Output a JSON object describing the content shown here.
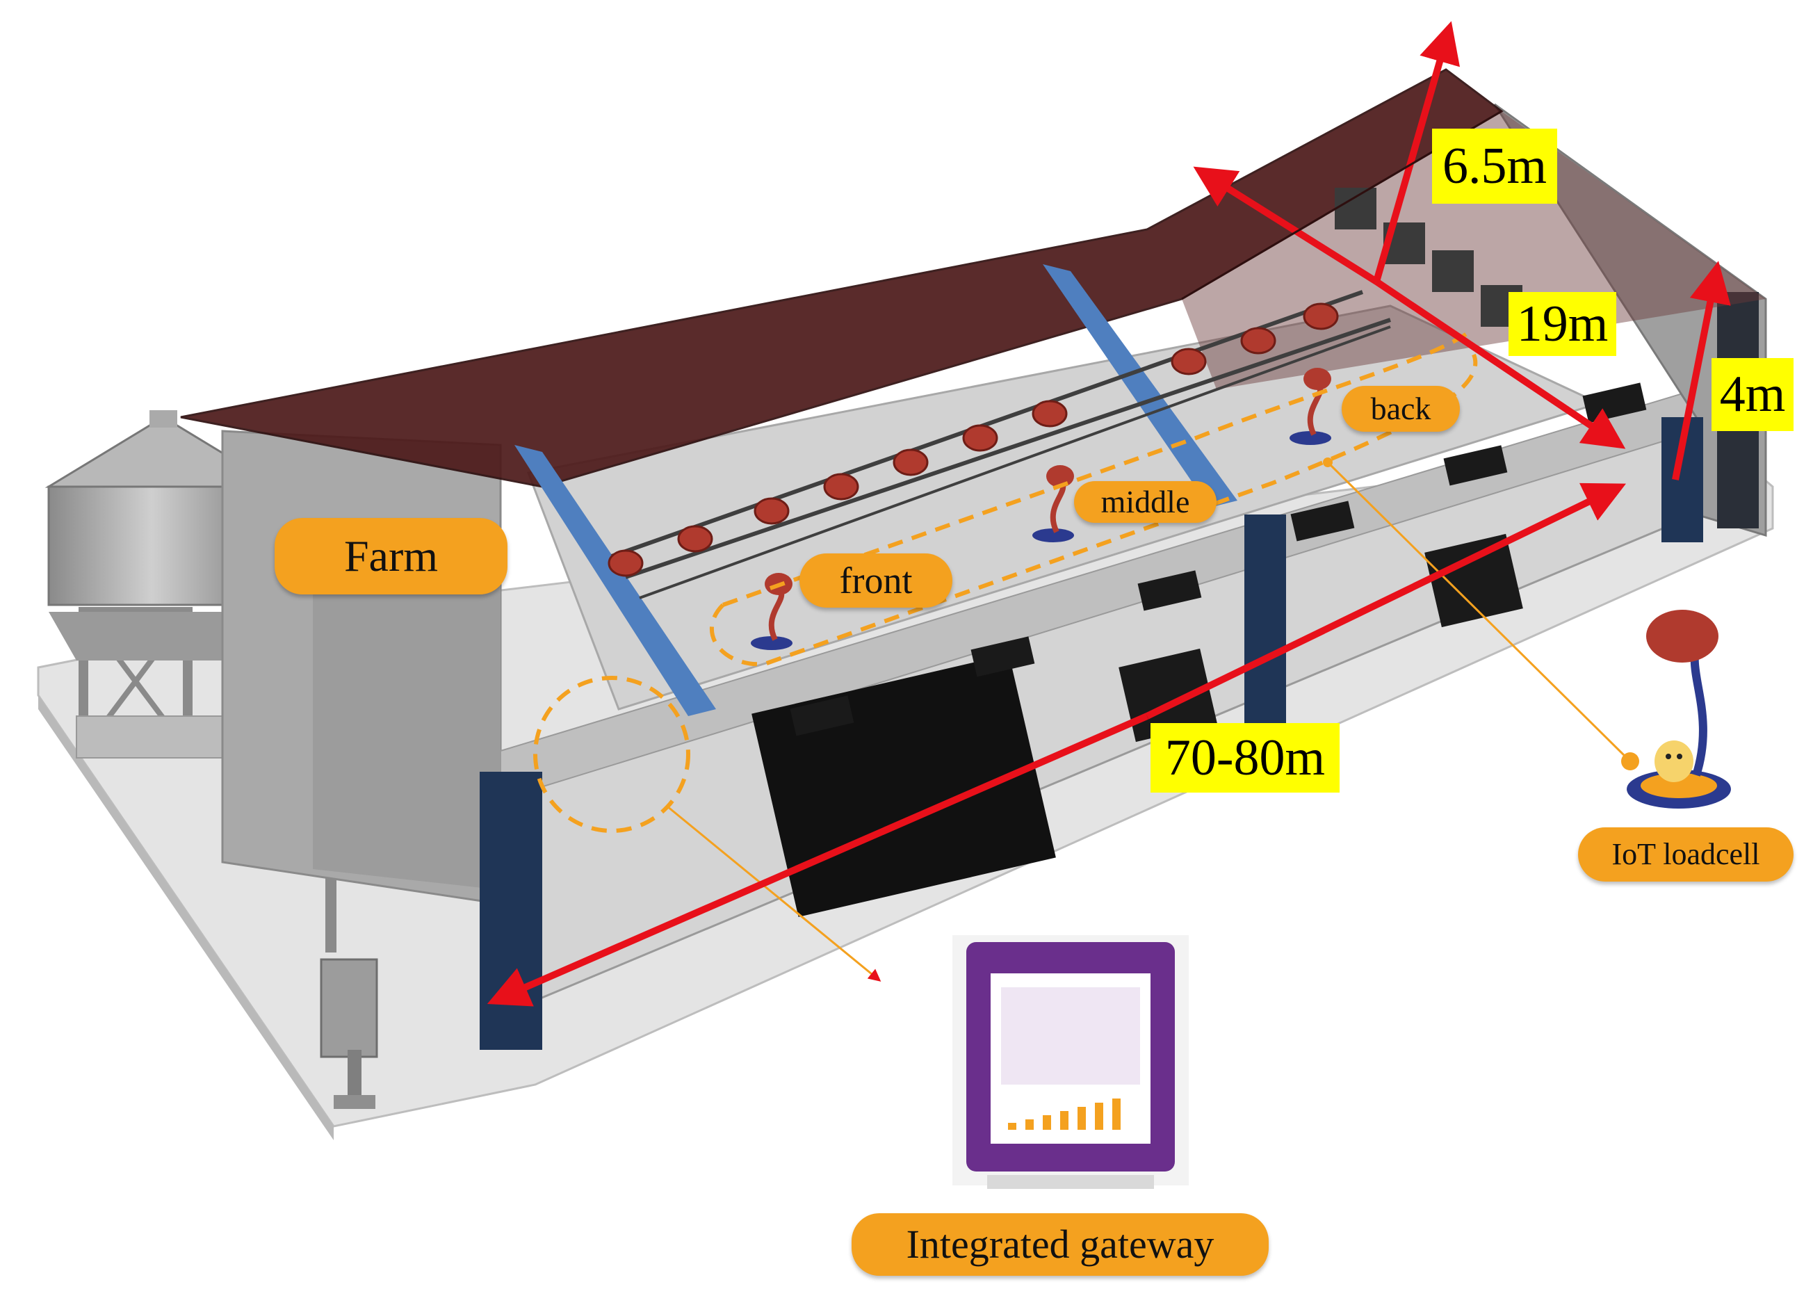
{
  "labels": {
    "farm": "Farm",
    "front": "front",
    "middle": "middle",
    "back": "back",
    "iot_loadcell": "IoT loadcell",
    "integrated_gateway": "Integrated gateway"
  },
  "dimensions": {
    "height_roof": "6.5m",
    "width": "19m",
    "height_wall": "4m",
    "length": "70-80m"
  },
  "colors": {
    "roof": "#5a1e1e",
    "building_wall": "#c9c9c9",
    "column_blue": "#4f7fbf",
    "column_navy": "#1f3556",
    "tag_orange": "#f4a11f",
    "dimension_yellow": "#ffff00",
    "arrow_red": "#e8101a",
    "feeder_red": "#b03a2e",
    "gateway_purple": "#6a2f8c"
  }
}
